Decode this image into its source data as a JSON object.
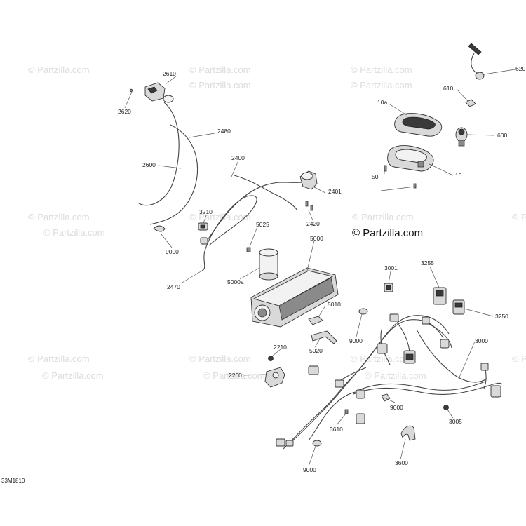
{
  "watermark_text": "© Partzilla.com",
  "brand_text": "© Partzilla.com",
  "diagram_code": "33M1810",
  "part_numbers": {
    "p2610": "2610",
    "p2620": "2620",
    "p2480": "2480",
    "p2600": "2600",
    "p2400": "2400",
    "p2401": "2401",
    "p2420": "2420",
    "p3210": "3210",
    "p9000a": "9000",
    "p5025": "5025",
    "p5000": "5000",
    "p5000a": "5000a",
    "p2470": "2470",
    "p620": "620",
    "p610": "610",
    "p10a": "10a",
    "p600": "600",
    "p10": "10",
    "p50": "50",
    "p3001": "3001",
    "p3255": "3255",
    "p3250": "3250",
    "p5010": "5010",
    "p9000b": "9000",
    "p5020": "5020",
    "p3000": "3000",
    "p2210": "2210",
    "p2200": "2200",
    "p9000c": "9000",
    "p3005": "3005",
    "p3610": "3610",
    "p3600": "3600",
    "p9000d": "9000"
  }
}
